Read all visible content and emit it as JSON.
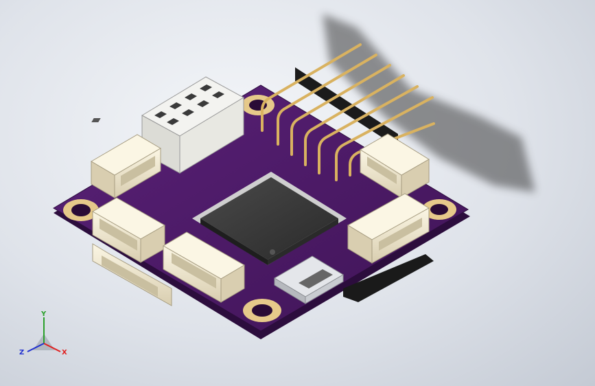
{
  "scene": {
    "subject": "flight-controller-pcb",
    "colors": {
      "background": "#dfe3ea",
      "pcb_top": "#4a1a63",
      "pcb_edge": "#2c0d3d",
      "copper_pad": "#e6c98a",
      "connector_body": "#efe6c8",
      "header_pin": "#d9b260",
      "header_plastic": "#1b1b1b",
      "chip": "#3a3a3a",
      "usb_metal": "#c9ccd1",
      "shadow": "#3d3d3d"
    }
  },
  "triad": {
    "x_label": "X",
    "y_label": "Y",
    "z_label": "Z",
    "x_color": "#e02020",
    "y_color": "#2aa02a",
    "z_color": "#2030d0"
  }
}
